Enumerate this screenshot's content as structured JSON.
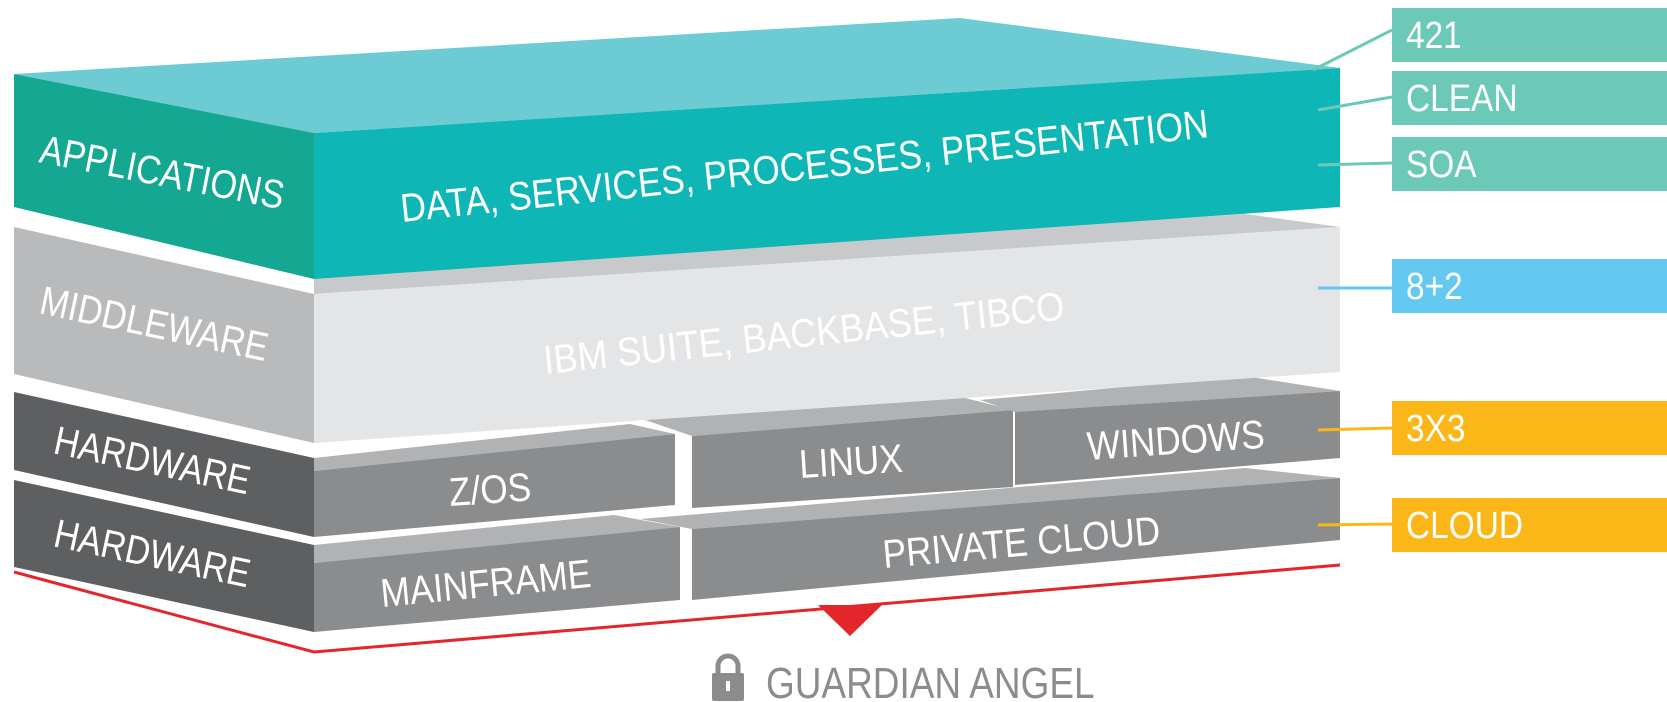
{
  "layers": {
    "applications": {
      "side": "APPLICATIONS",
      "front": "DATA, SERVICES, PROCESSES, PRESENTATION"
    },
    "middleware": {
      "side": "MIDDLEWARE",
      "front": "IBM SUITE, BACKBASE, TIBCO"
    },
    "hardware_os": {
      "side": "HARDWARE",
      "blocks": [
        "Z/OS",
        "LINUX",
        "WINDOWS"
      ]
    },
    "hardware_infra": {
      "side": "HARDWARE",
      "blocks": [
        "MAINFRAME",
        "PRIVATE CLOUD"
      ]
    }
  },
  "tags": [
    {
      "label": "421",
      "color": "#6cc9b8"
    },
    {
      "label": "CLEAN",
      "color": "#6cc9b8"
    },
    {
      "label": "SOA",
      "color": "#6cc9b8"
    },
    {
      "label": "8+2",
      "color": "#63c9f0"
    },
    {
      "label": "3X3",
      "color": "#fbb617"
    },
    {
      "label": "CLOUD",
      "color": "#fbb617"
    }
  ],
  "footer": {
    "label": "GUARDIAN ANGEL",
    "icon": "lock-icon"
  },
  "colors": {
    "teal_top": "#6ccbd3",
    "teal_front": "#0eb7b6",
    "teal_side": "#14a892",
    "mid_top": "#c8c9cb",
    "mid_front": "#e4e5e6",
    "mid_side": "#b9babc",
    "hw_top": "#b1b2b4",
    "hw_front": "#8b8c8e",
    "hw_side": "#5e5f61",
    "guard_red": "#e3262b"
  }
}
